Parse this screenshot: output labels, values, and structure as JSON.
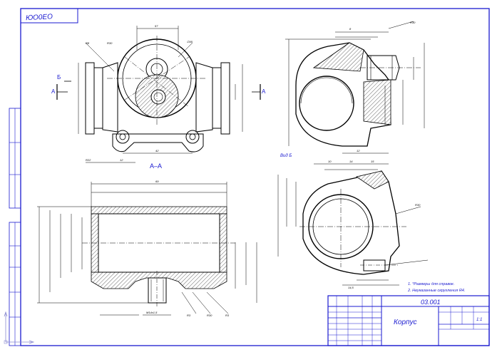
{
  "drawing": {
    "code_stamp": "ЮО0ЕО",
    "designation": "03.001",
    "part_name": "Корпус",
    "scale": "1:1",
    "section_label": "А–А",
    "view_label": "Вид Б",
    "arrow_letter_a": "А",
    "arrow_letter_b": "Б",
    "notes": [
      "1. *Размеры для справок.",
      "2. Неуказанные скругления R4."
    ]
  },
  "colors": {
    "frame": "#1a1ad0",
    "lines": "#000000"
  },
  "icons": {
    "ucs_axes": "ucs-axes-icon"
  }
}
